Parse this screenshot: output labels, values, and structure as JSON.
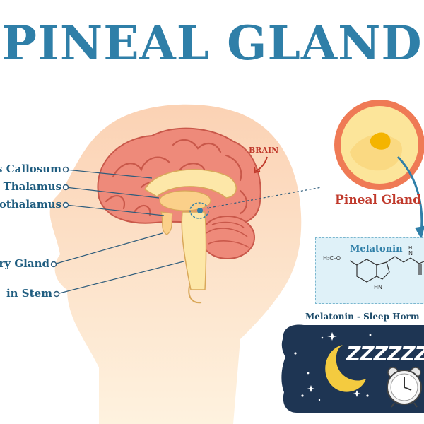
{
  "title": "PINEAL GLAND",
  "labels": {
    "corpus_callosum": "s Callosum",
    "thalamus": "Thalamus",
    "hypothalamus": "othalamus",
    "pituitary_gland": "ry Gland",
    "brain_stem": "in Stem",
    "brain": "BRAIN",
    "pineal_gland": "Pineal Gland"
  },
  "melatonin_box": {
    "title": "Melatonin",
    "formula_methoxy": "H₃C–O",
    "formula_nh_ring": "HN",
    "formula_nh_chain": "N",
    "formula_h": "H",
    "formula_c": "C"
  },
  "sleep": {
    "caption": "Melatonin - Sleep Horm",
    "zzz": "ZZZZZZ..."
  },
  "colors": {
    "title": "#2f7fa8",
    "label": "#1f5d80",
    "accent_red": "#c0392b",
    "brain_fill": "#ee8a7a",
    "head_fill": "#fde2c4",
    "night_sky": "#1e3553",
    "moon": "#f4cb3f"
  }
}
